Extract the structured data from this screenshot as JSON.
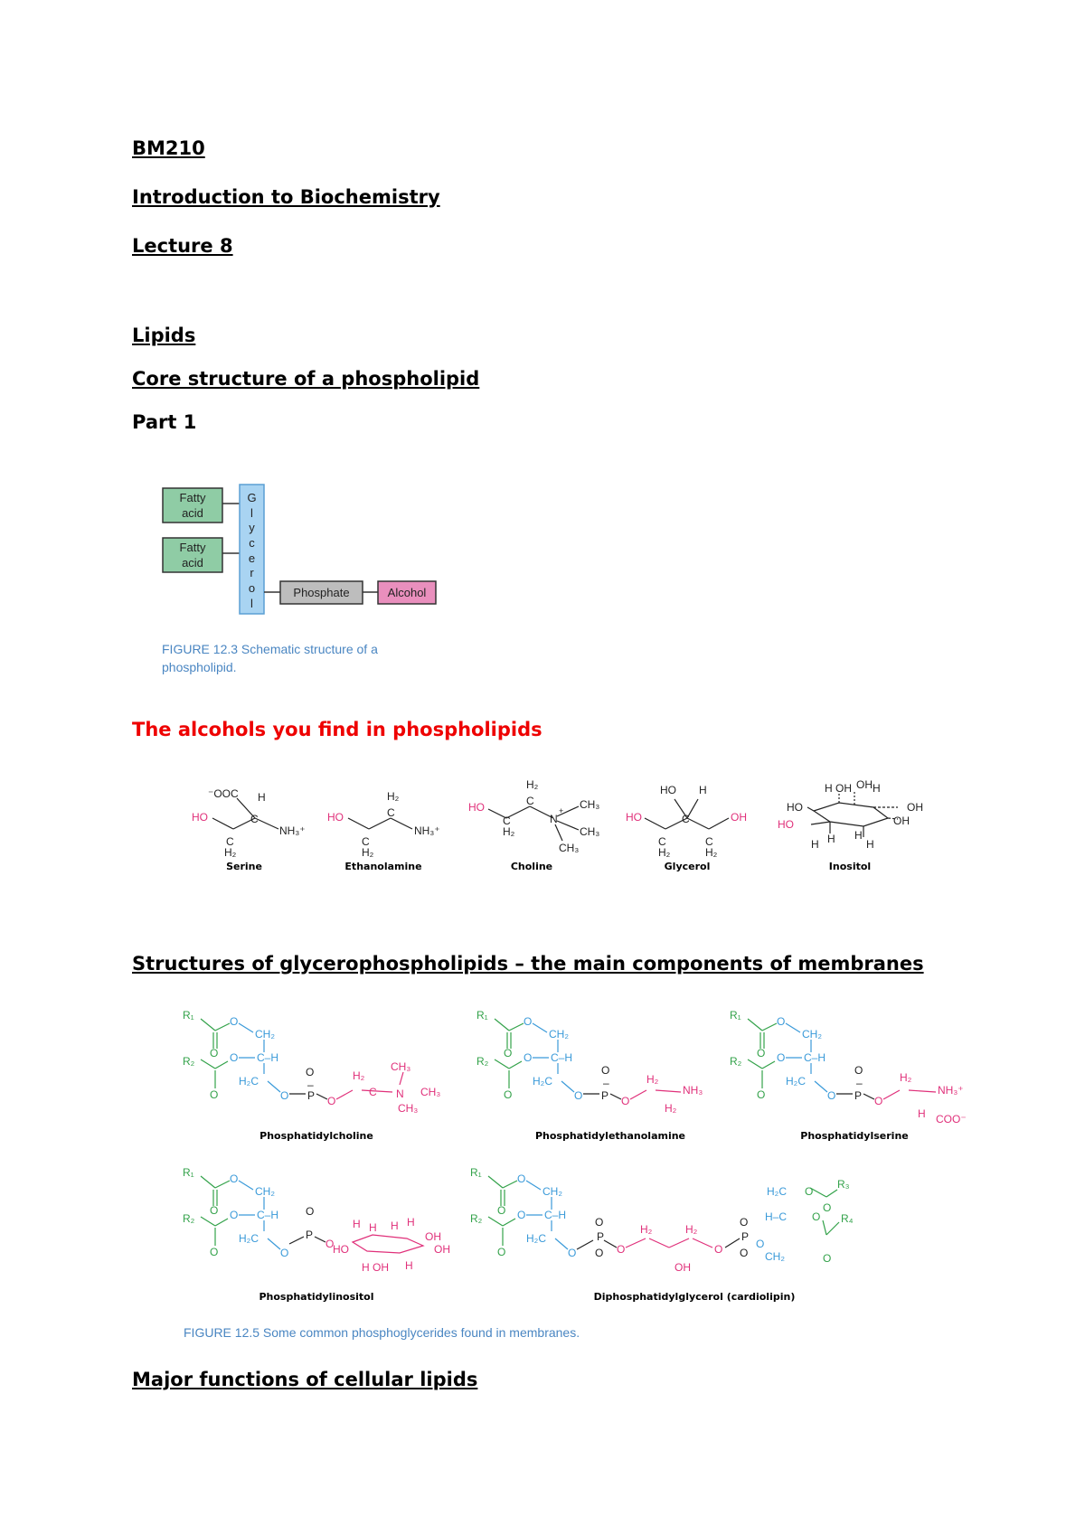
{
  "doc": {
    "course_code": "BM210",
    "course_title": "Introduction to Biochemistry",
    "lecture": "Lecture 8",
    "section_lipids": "Lipids",
    "section_core": "Core structure of a phospholipid",
    "part": "Part 1",
    "alcohols_heading": "The alcohols you find in phospholipids",
    "glycero_heading": "Structures of glycerophospholipids – the main components of membranes",
    "functions_heading": "Major functions of cellular lipids"
  },
  "figure_12_3": {
    "fatty_acid_1": [
      "Fatty",
      "acid"
    ],
    "fatty_acid_2": [
      "Fatty",
      "acid"
    ],
    "glycerol_letters": [
      "G",
      "l",
      "y",
      "c",
      "e",
      "r",
      "o",
      "l"
    ],
    "phosphate": "Phosphate",
    "alcohol": "Alcohol",
    "caption_line1": "FIGURE 12.3  Schematic structure of a",
    "caption_line2": "phospholipid.",
    "colors": {
      "fatty_acid": "#8fcca5",
      "glycerol": "#a9d4f2",
      "phosphate": "#bdbdbd",
      "alcohol": "#e98fbd"
    }
  },
  "alcohols": {
    "names": [
      "Serine",
      "Ethanolamine",
      "Choline",
      "Glycerol",
      "Inositol"
    ]
  },
  "figure_12_5": {
    "names": [
      "Phosphatidylcholine",
      "Phosphatidylethanolamine",
      "Phosphatidylserine",
      "Phosphatidylinositol",
      "Diphosphatidylglycerol (cardiolipin)"
    ],
    "caption": "FIGURE 12.5  Some common phosphoglycerides found in membranes.",
    "colors": {
      "acyl": "#33a24a",
      "glycerol": "#3a9ad9",
      "headgroup": "#e0307a"
    }
  }
}
